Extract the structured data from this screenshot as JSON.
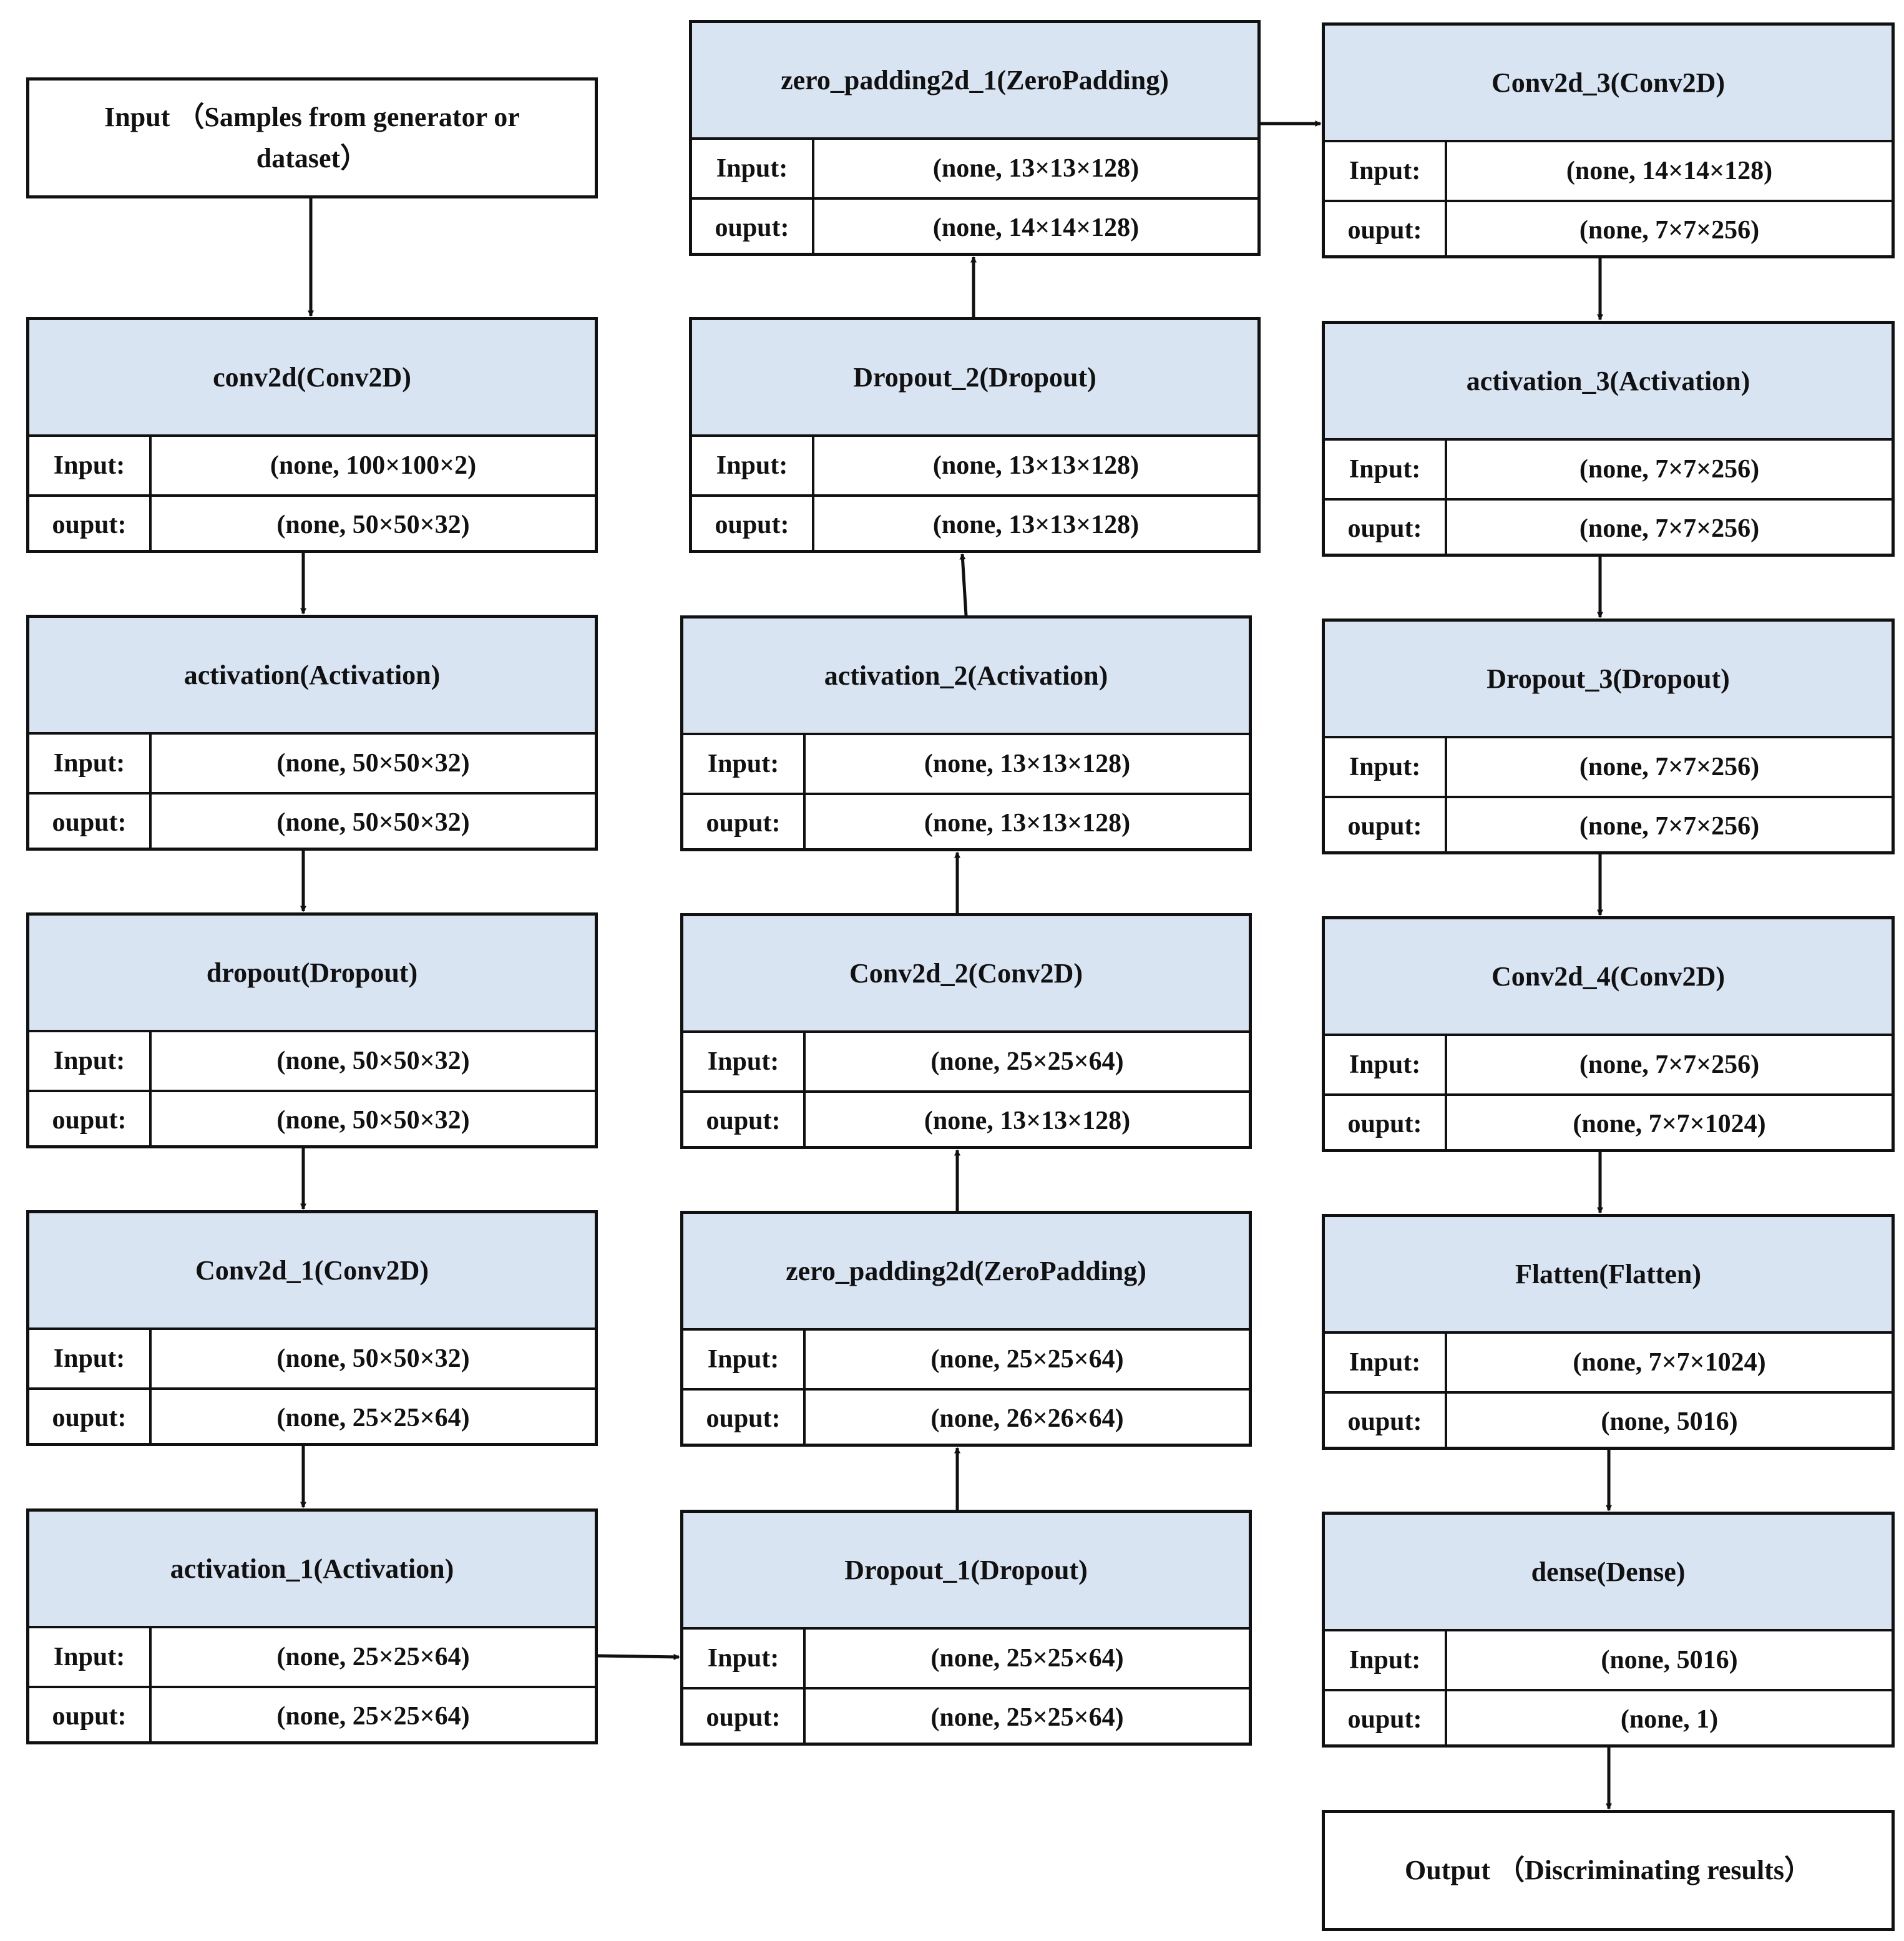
{
  "labels": {
    "input": "Input:",
    "output": "ouput:"
  },
  "input_box": {
    "text": "Input （Samples from generator or dataset）"
  },
  "output_box": {
    "text": "Output （Discriminating results）"
  },
  "layers": [
    {
      "id": "conv2d",
      "title": "conv2d(Conv2D)",
      "input": "(none, 100×100×2)",
      "output": "(none, 50×50×32)"
    },
    {
      "id": "activation",
      "title": "activation(Activation)",
      "input": "(none, 50×50×32)",
      "output": "(none, 50×50×32)"
    },
    {
      "id": "dropout",
      "title": "dropout(Dropout)",
      "input": "(none, 50×50×32)",
      "output": "(none, 50×50×32)"
    },
    {
      "id": "conv2d-1",
      "title": "Conv2d_1(Conv2D)",
      "input": "(none, 50×50×32)",
      "output": "(none, 25×25×64)"
    },
    {
      "id": "activation-1",
      "title": "activation_1(Activation)",
      "input": "(none, 25×25×64)",
      "output": "(none, 25×25×64)"
    },
    {
      "id": "dropout-1",
      "title": "Dropout_1(Dropout)",
      "input": "(none, 25×25×64)",
      "output": "(none, 25×25×64)"
    },
    {
      "id": "zero-padding2d",
      "title": "zero_padding2d(ZeroPadding)",
      "input": "(none, 25×25×64)",
      "output": "(none, 26×26×64)"
    },
    {
      "id": "conv2d-2",
      "title": "Conv2d_2(Conv2D)",
      "input": "(none, 25×25×64)",
      "output": "(none, 13×13×128)"
    },
    {
      "id": "activation-2",
      "title": "activation_2(Activation)",
      "input": "(none, 13×13×128)",
      "output": "(none, 13×13×128)"
    },
    {
      "id": "dropout-2",
      "title": "Dropout_2(Dropout)",
      "input": "(none, 13×13×128)",
      "output": "(none, 13×13×128)"
    },
    {
      "id": "zero-padding2d-1",
      "title": "zero_padding2d_1(ZeroPadding)",
      "input": "(none, 13×13×128)",
      "output": "(none, 14×14×128)"
    },
    {
      "id": "conv2d-3",
      "title": "Conv2d_3(Conv2D)",
      "input": "(none, 14×14×128)",
      "output": "(none, 7×7×256)"
    },
    {
      "id": "activation-3",
      "title": "activation_3(Activation)",
      "input": "(none, 7×7×256)",
      "output": "(none, 7×7×256)"
    },
    {
      "id": "dropout-3",
      "title": "Dropout_3(Dropout)",
      "input": "(none, 7×7×256)",
      "output": "(none, 7×7×256)"
    },
    {
      "id": "conv2d-4",
      "title": "Conv2d_4(Conv2D)",
      "input": "(none, 7×7×256)",
      "output": "(none, 7×7×1024)"
    },
    {
      "id": "flatten",
      "title": "Flatten(Flatten)",
      "input": "(none, 7×7×1024)",
      "output": "(none, 5016)"
    },
    {
      "id": "dense",
      "title": "dense(Dense)",
      "input": "(none, 5016)",
      "output": "(none, 1)"
    }
  ]
}
